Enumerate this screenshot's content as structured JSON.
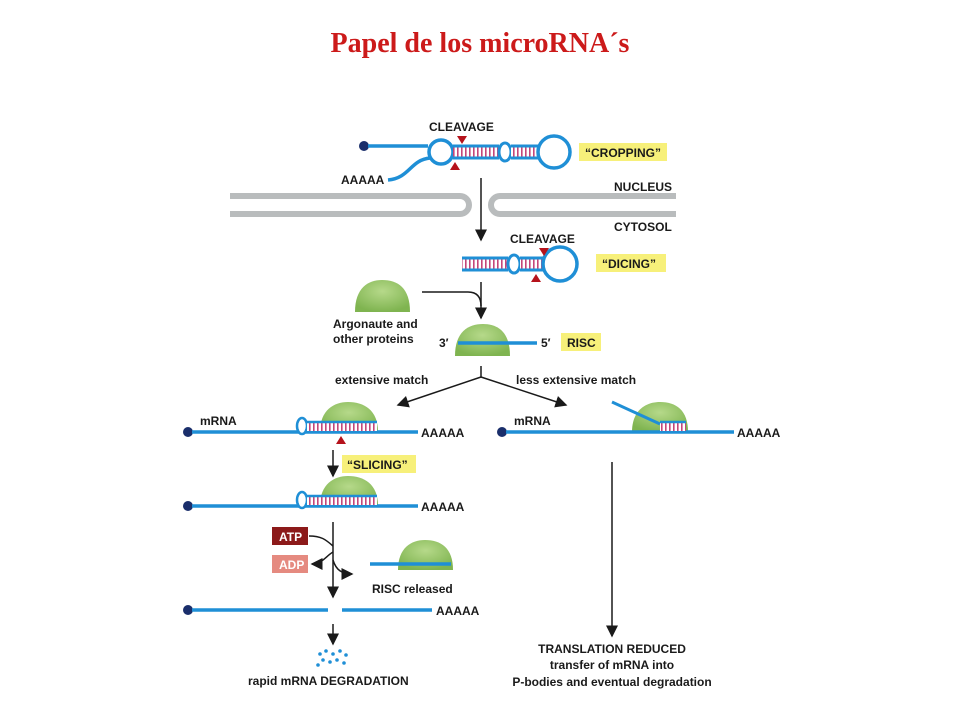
{
  "title": "Papel de los microRNA´s",
  "colors": {
    "title": "#cc1a1a",
    "rna": "#1f8fd6",
    "rungs": "#c4467a",
    "protein": "#8fc25e",
    "protein_top": "#b6d98a",
    "highlight": "#f7f07a",
    "cleavage": "#b5121b",
    "membrane": "#b9bcbd",
    "atp": "#8c1a1a",
    "adp": "#e58a80",
    "cap": "#1a2e6b"
  },
  "labels": {
    "cleavage_1": "CLEAVAGE",
    "cropping": "“CROPPING”",
    "aaaaa_top": "AAAAA",
    "nucleus": "NUCLEUS",
    "cytosol": "CYTOSOL",
    "cleavage_2": "CLEAVAGE",
    "dicing": "“DICING”",
    "argonaute_line1": "Argonaute and",
    "argonaute_line2": "other proteins",
    "three_prime": "3′",
    "five_prime": "5′",
    "risc": "RISC",
    "extensive_match": "extensive match",
    "less_extensive_match": "less extensive match",
    "mrna_left": "mRNA",
    "aaaaa_left_1": "AAAAA",
    "mrna_right": "mRNA",
    "aaaaa_right": "AAAAA",
    "slicing": "“SLICING”",
    "aaaaa_left_2": "AAAAA",
    "atp": "ATP",
    "adp": "ADP",
    "risc_released": "RISC released",
    "aaaaa_left_3": "AAAAA",
    "rapid_degradation": "rapid mRNA DEGRADATION",
    "translation_reduced": "TRANSLATION REDUCED",
    "transfer_line1": "transfer of mRNA into",
    "transfer_line2": "P-bodies and eventual degradation"
  }
}
